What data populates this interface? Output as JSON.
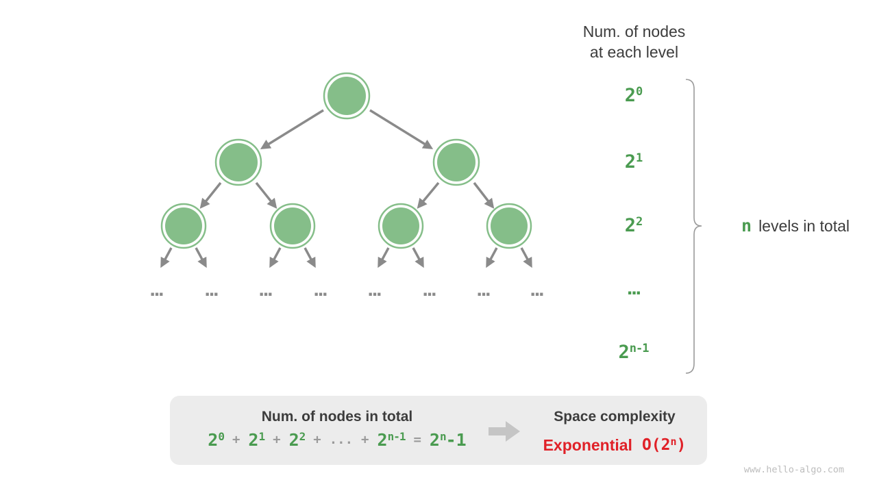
{
  "header": {
    "line1": "Num. of nodes",
    "line2": "at each level"
  },
  "level_labels": {
    "l0": {
      "base": "2",
      "sup": "0"
    },
    "l1": {
      "base": "2",
      "sup": "1"
    },
    "l2": {
      "base": "2",
      "sup": "2"
    },
    "dots": "...",
    "ln": {
      "base": "2",
      "sup": "n-1"
    }
  },
  "brace_label": {
    "n": "n",
    "rest": "levels in total"
  },
  "tree": {
    "dots": "..."
  },
  "summary": {
    "left_title": "Num. of nodes in total",
    "formula": {
      "t1": {
        "base": "2",
        "sup": "0"
      },
      "plus1": "+",
      "t2": {
        "base": "2",
        "sup": "1"
      },
      "plus2": "+",
      "t3": {
        "base": "2",
        "sup": "2"
      },
      "plus3": "+",
      "ellipsis": "...",
      "plus4": "+",
      "t4": {
        "base": "2",
        "sup": "n-1"
      },
      "equals": "=",
      "t5": {
        "base": "2",
        "sup": "n",
        "tail": "-1"
      }
    },
    "right_title": "Space complexity",
    "complexity": {
      "word": "Exponential",
      "o_open": "O(2",
      "sup": "n",
      "close": ")"
    }
  },
  "watermark": "www.hello-algo.com",
  "colors": {
    "green_text": "#4A9B50",
    "node_green": "#85BE89",
    "arrow_gray": "#8A8A8A",
    "red": "#E02128",
    "box_bg": "#ECECEC",
    "dark_text": "#3C3C3C",
    "brace_gray": "#999999",
    "block_arrow_gray": "#C5C5C5"
  }
}
